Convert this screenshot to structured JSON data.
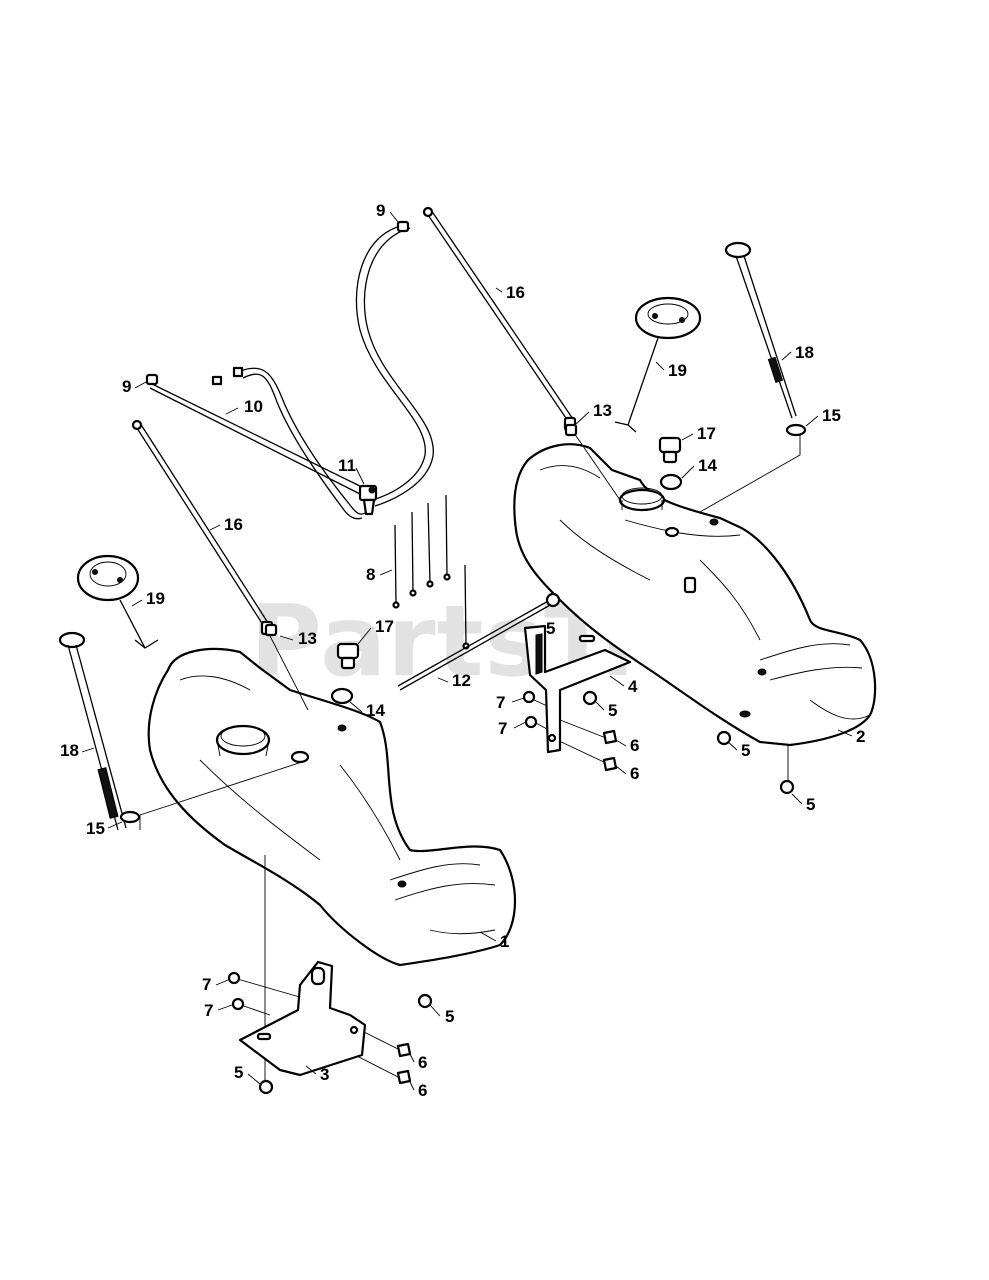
{
  "watermark": {
    "text": "PartsTree",
    "tm": "TM"
  },
  "callouts": [
    {
      "id": "c9a",
      "text": "9"
    },
    {
      "id": "c16a",
      "text": "16"
    },
    {
      "id": "c9b",
      "text": "9"
    },
    {
      "id": "c10",
      "text": "10"
    },
    {
      "id": "c11",
      "text": "11"
    },
    {
      "id": "c16b",
      "text": "16"
    },
    {
      "id": "c8",
      "text": "8"
    },
    {
      "id": "c19a",
      "text": "19"
    },
    {
      "id": "c18a",
      "text": "18"
    },
    {
      "id": "c15a",
      "text": "15"
    },
    {
      "id": "c13a",
      "text": "13"
    },
    {
      "id": "c17a",
      "text": "17"
    },
    {
      "id": "c14a",
      "text": "14"
    },
    {
      "id": "c12",
      "text": "12"
    },
    {
      "id": "c1",
      "text": "1"
    },
    {
      "id": "c7a",
      "text": "7"
    },
    {
      "id": "c7b",
      "text": "7"
    },
    {
      "id": "c5a",
      "text": "5"
    },
    {
      "id": "c5b",
      "text": "5"
    },
    {
      "id": "c6a",
      "text": "6"
    },
    {
      "id": "c6b",
      "text": "6"
    },
    {
      "id": "c3",
      "text": "3"
    },
    {
      "id": "c19b",
      "text": "19"
    },
    {
      "id": "c18b",
      "text": "18"
    },
    {
      "id": "c15b",
      "text": "15"
    },
    {
      "id": "c13b",
      "text": "13"
    },
    {
      "id": "c17b",
      "text": "17"
    },
    {
      "id": "c14b",
      "text": "14"
    },
    {
      "id": "c5c",
      "text": "5"
    },
    {
      "id": "c4",
      "text": "4"
    },
    {
      "id": "c5d",
      "text": "5"
    },
    {
      "id": "c7c",
      "text": "7"
    },
    {
      "id": "c7d",
      "text": "7"
    },
    {
      "id": "c6c",
      "text": "6"
    },
    {
      "id": "c6d",
      "text": "6"
    },
    {
      "id": "c5e",
      "text": "5"
    },
    {
      "id": "c2",
      "text": "2"
    },
    {
      "id": "c5f",
      "text": "5"
    }
  ]
}
